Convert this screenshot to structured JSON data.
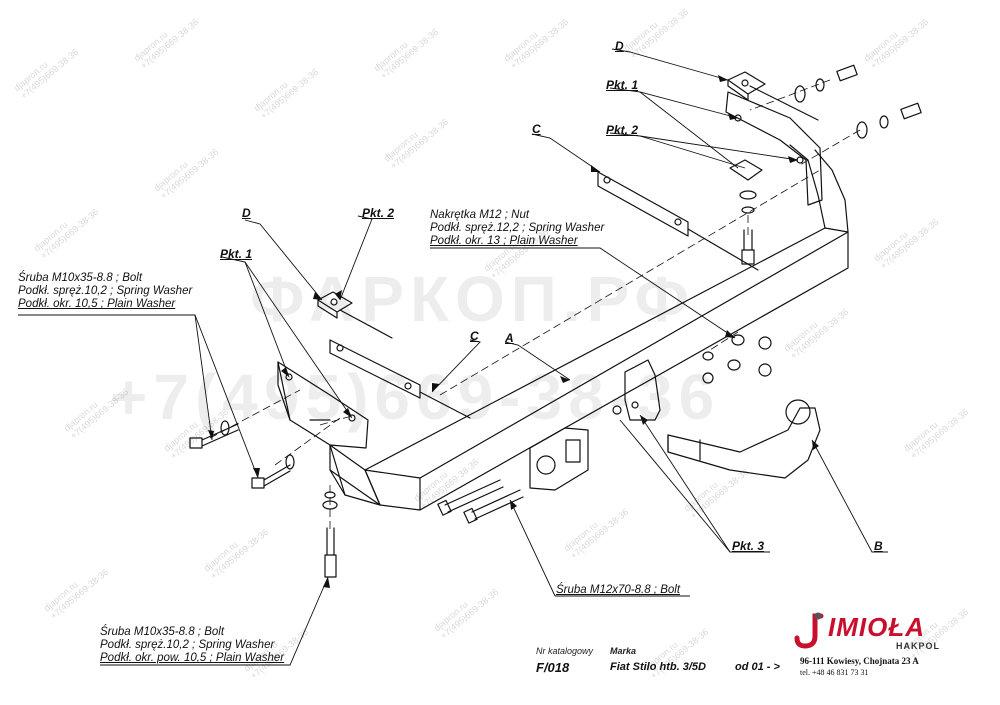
{
  "watermark": {
    "site": "djapron.ru",
    "phone": "+7(495)669-38-36",
    "big_top": "ФАРКОП.РФ",
    "big_bottom": "+7(495)669-38-36"
  },
  "labels": {
    "D_top": "D",
    "D_left": "D",
    "C_top": "C",
    "C_mid": "C",
    "A": "A",
    "B": "B",
    "pkt1_top": "Pkt. 1",
    "pkt2_top": "Pkt. 2",
    "pkt1_left": "Pkt. 1",
    "pkt2_left": "Pkt. 2",
    "pkt3": "Pkt. 3"
  },
  "callouts": {
    "nut": [
      "Nakrętka  M12 ; Nut",
      "Podkł. spręż.12,2 ; Spring Washer",
      "Podkł. okr. 13 ; Plain Washer"
    ],
    "bolt_top": [
      "Śruba M10x35-8.8 ;  Bolt",
      "Podkł. spręż.10,2 ; Spring Washer",
      "Podkł. okr. 10,5 ; Plain Washer"
    ],
    "bolt_bottom": [
      "Śruba M10x35-8.8 ;  Bolt",
      "Podkł. spręż.10,2 ; Spring Washer",
      "Podkł. okr. pow. 10,5 ; Plain Washer"
    ],
    "bolt_m12": "Śruba M12x70-8.8 ;  Bolt"
  },
  "title_block": {
    "catalog_label": "Nr katalogowy",
    "catalog_value": "F/018",
    "brand_label": "Marka",
    "model": "Fiat Stilo htb. 3/5D",
    "from": "od  01 - >"
  },
  "company": {
    "logo": "IMIOŁA",
    "sub": "HAKPOL",
    "address": "96-111 Kowiesy, Chojnata 23 A",
    "tel": "tel. +48 46 831 73 31"
  },
  "colors": {
    "logo": "#c8102e",
    "line": "#111111"
  }
}
